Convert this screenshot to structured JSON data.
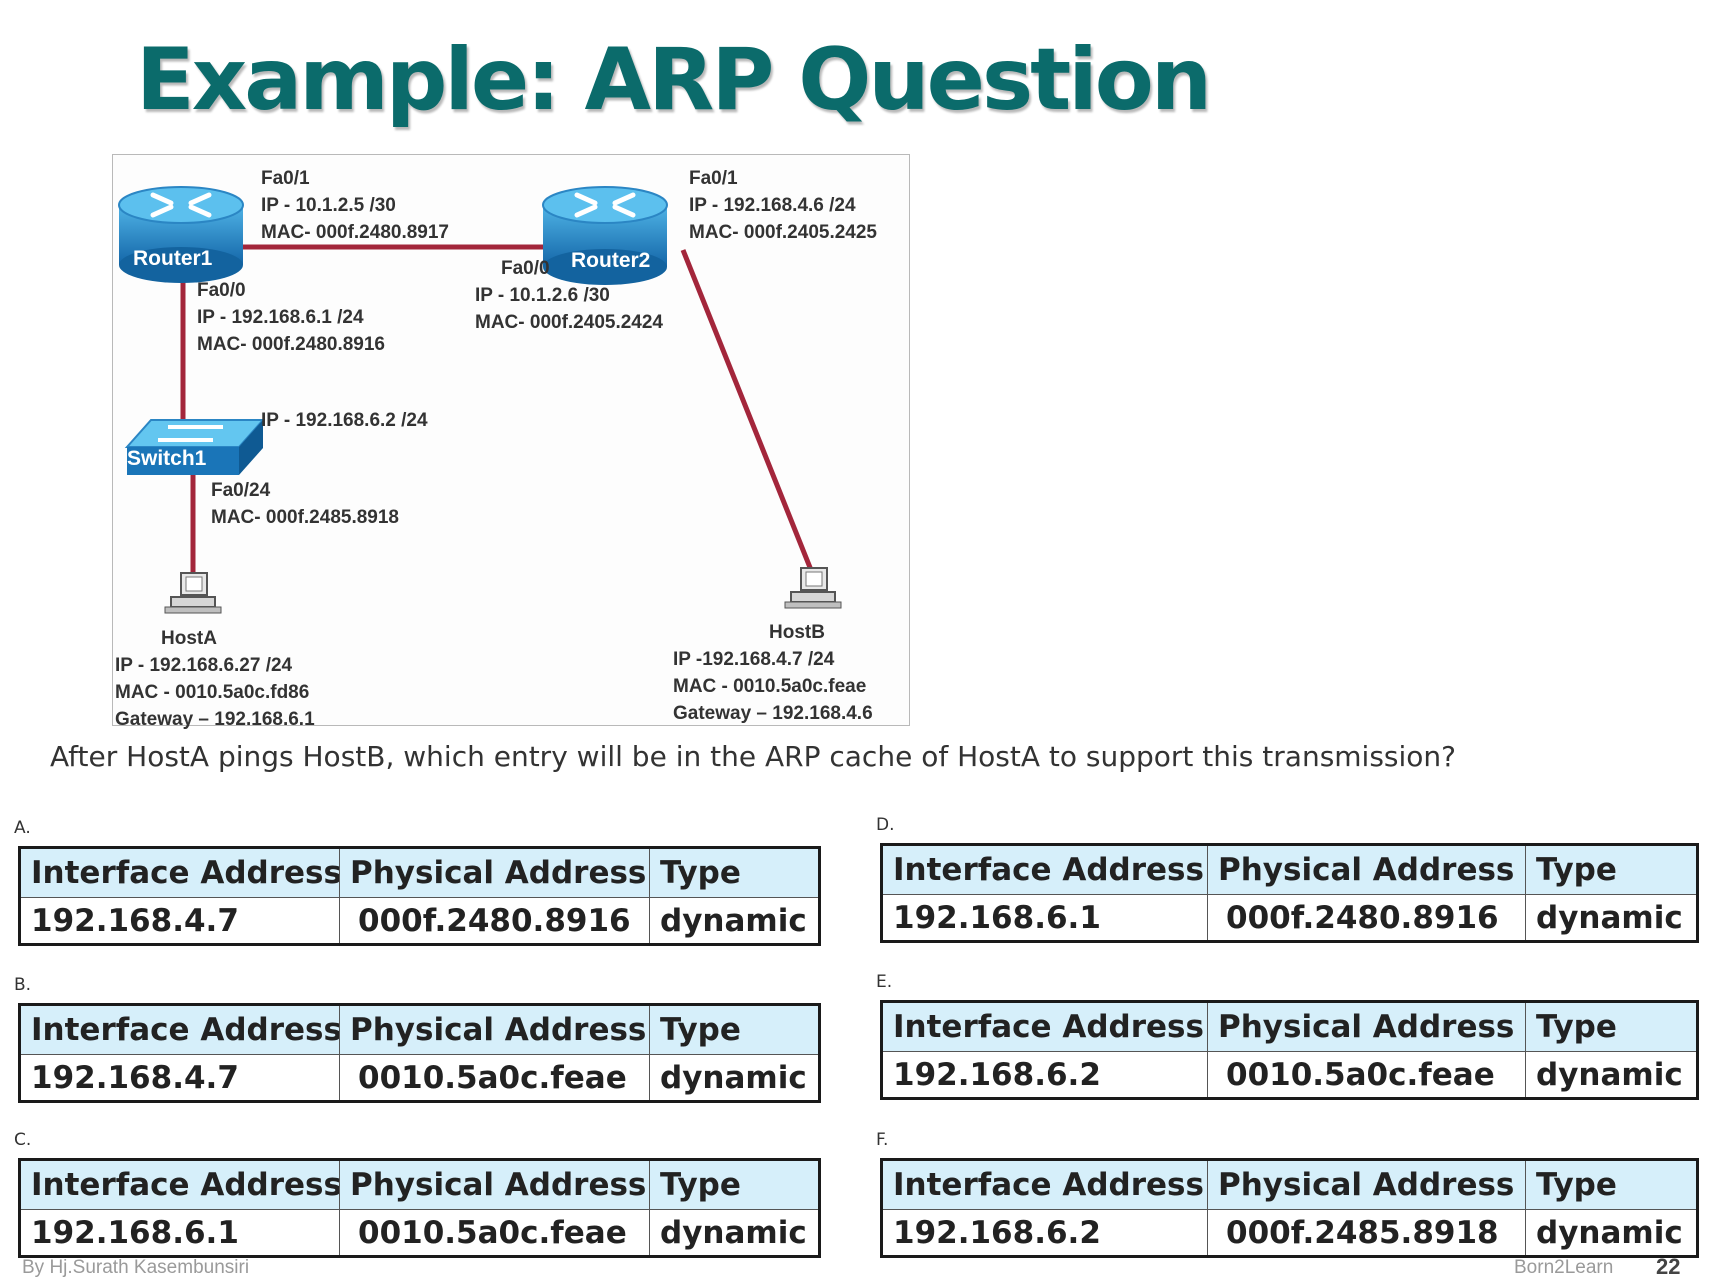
{
  "title": "Example: ARP Question",
  "diagram": {
    "router1": {
      "name": "Router1",
      "fa01": [
        "Fa0/1",
        "IP - 10.1.2.5 /30",
        "MAC- 000f.2480.8917"
      ],
      "fa00": [
        "Fa0/0",
        "IP - 192.168.6.1 /24",
        "MAC- 000f.2480.8916"
      ]
    },
    "router2": {
      "name": "Router2",
      "fa01": [
        "Fa0/1",
        "IP - 192.168.4.6 /24",
        "MAC- 000f.2405.2425"
      ],
      "fa00": [
        "Fa0/0",
        "IP - 10.1.2.6 /30",
        "MAC- 000f.2405.2424"
      ]
    },
    "switch1": {
      "name": "Switch1",
      "ip": "IP - 192.168.6.2 /24",
      "fa024": [
        "Fa0/24",
        "MAC- 000f.2485.8918"
      ]
    },
    "hostA": {
      "name": "HostA",
      "info": [
        "IP - 192.168.6.27 /24",
        "MAC - 0010.5a0c.fd86",
        "Gateway – 192.168.6.1"
      ]
    },
    "hostB": {
      "name": "HostB",
      "info": [
        "IP -192.168.4.7 /24",
        "MAC - 0010.5a0c.feae",
        "Gateway – 192.168.4.6"
      ]
    },
    "colors": {
      "link": "#a3263b",
      "device": "#1e7fc0"
    }
  },
  "question": "After HostA pings HostB, which entry will be in the ARP cache of HostA to support this transmission?",
  "columns": [
    "Interface Address",
    "Physical Address",
    "Type"
  ],
  "options": {
    "a": {
      "letter": "A.",
      "row": [
        "192.168.4.7",
        "000f.2480.8916",
        "dynamic"
      ]
    },
    "b": {
      "letter": "B.",
      "row": [
        "192.168.4.7",
        "0010.5a0c.feae",
        "dynamic"
      ]
    },
    "c": {
      "letter": "C.",
      "row": [
        "192.168.6.1",
        "0010.5a0c.feae",
        "dynamic"
      ]
    },
    "d": {
      "letter": "D.",
      "row": [
        "192.168.6.1",
        "000f.2480.8916",
        "dynamic"
      ]
    },
    "e": {
      "letter": "E.",
      "row": [
        "192.168.6.2",
        "0010.5a0c.feae",
        "dynamic"
      ]
    },
    "f": {
      "letter": "F.",
      "row": [
        "192.168.6.2",
        "000f.2485.8918",
        "dynamic"
      ]
    }
  },
  "footer": {
    "author": "By Hj.Surath Kasembunsiri",
    "brand": "Born2Learn",
    "page": "22"
  }
}
